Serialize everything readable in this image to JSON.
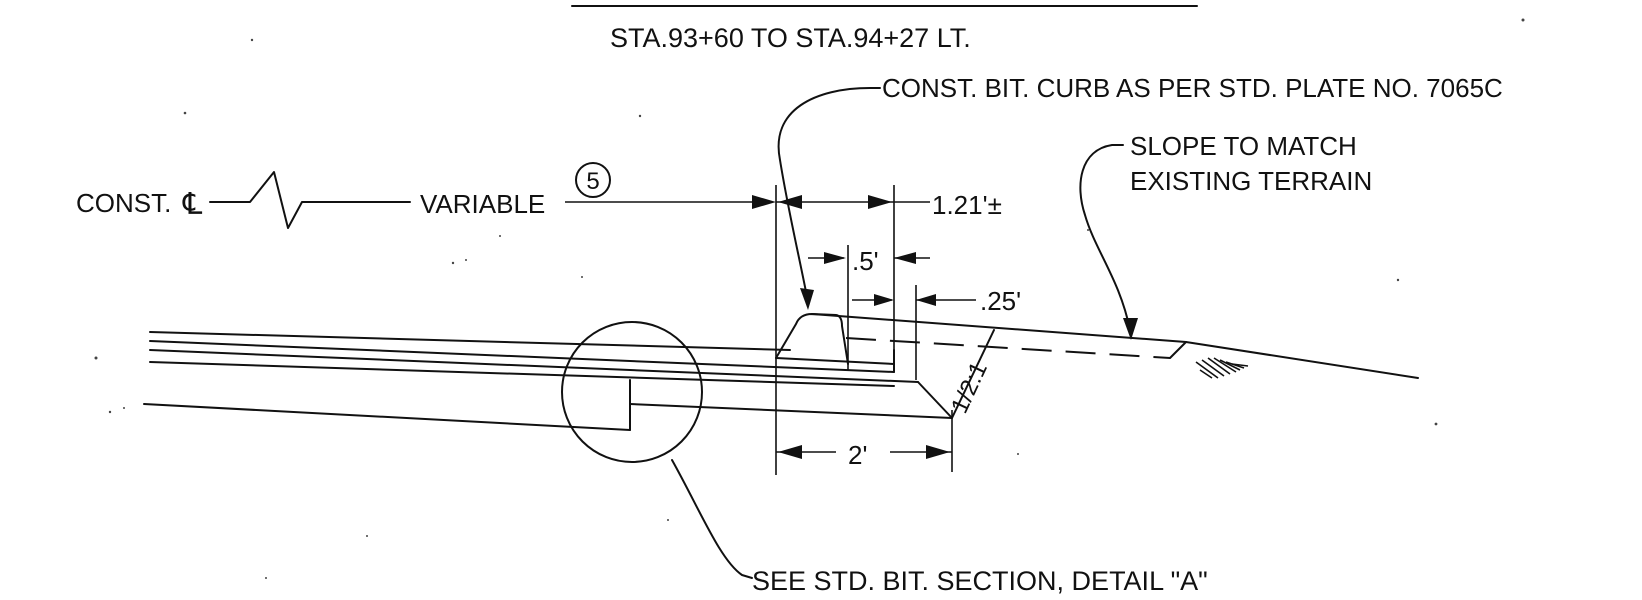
{
  "station_range": "STA.93+60 TO STA.94+27 LT.",
  "notes": {
    "curb": "CONST. BIT. CURB AS PER STD. PLATE NO. 7065C",
    "slope_line1": "SLOPE TO MATCH",
    "slope_line2": "EXISTING TERRAIN",
    "detail": "SEE STD. BIT. SECTION, DETAIL \"A\""
  },
  "centerline": {
    "label": "CONST.",
    "symbol": "℄"
  },
  "dimensions": {
    "variable": "VARIABLE",
    "variable_note": "5",
    "width_total": "1.21'±",
    "width_top": ".5'",
    "width_offset": ".25'",
    "base_width": "2'",
    "slope_ratio": "1/2:1"
  }
}
